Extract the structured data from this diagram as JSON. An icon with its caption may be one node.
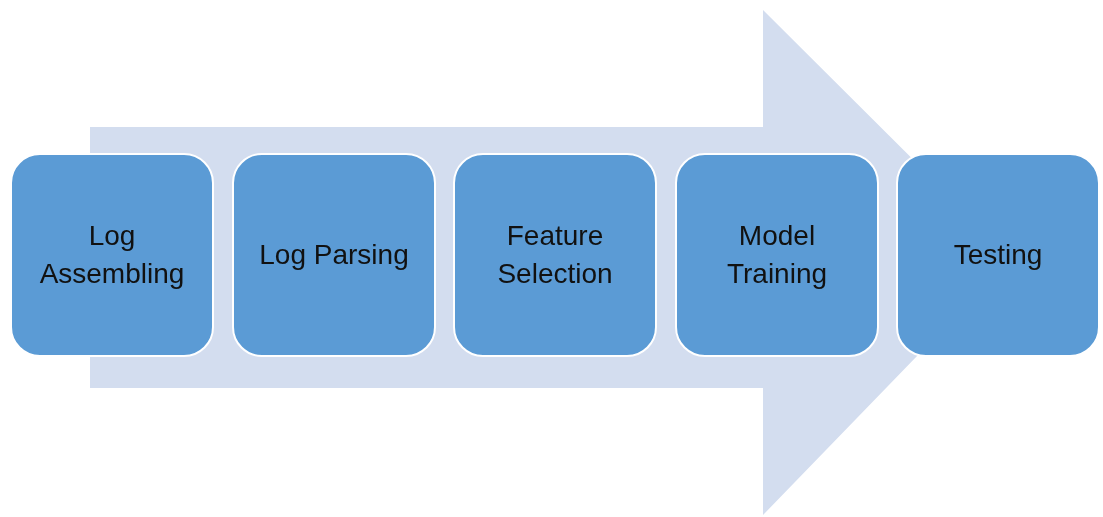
{
  "diagram": {
    "nodes": [
      {
        "text": [
          "Log Assembling"
        ]
      },
      {
        "text": [
          "Log Parsing"
        ]
      },
      {
        "text": [
          "Feature Selection"
        ]
      },
      {
        "text": [
          "Model Training"
        ]
      },
      {
        "text": [
          "Testing"
        ]
      }
    ],
    "edges": [
      {
        "from": 0,
        "to": 4,
        "arrow": "to"
      }
    ]
  }
}
